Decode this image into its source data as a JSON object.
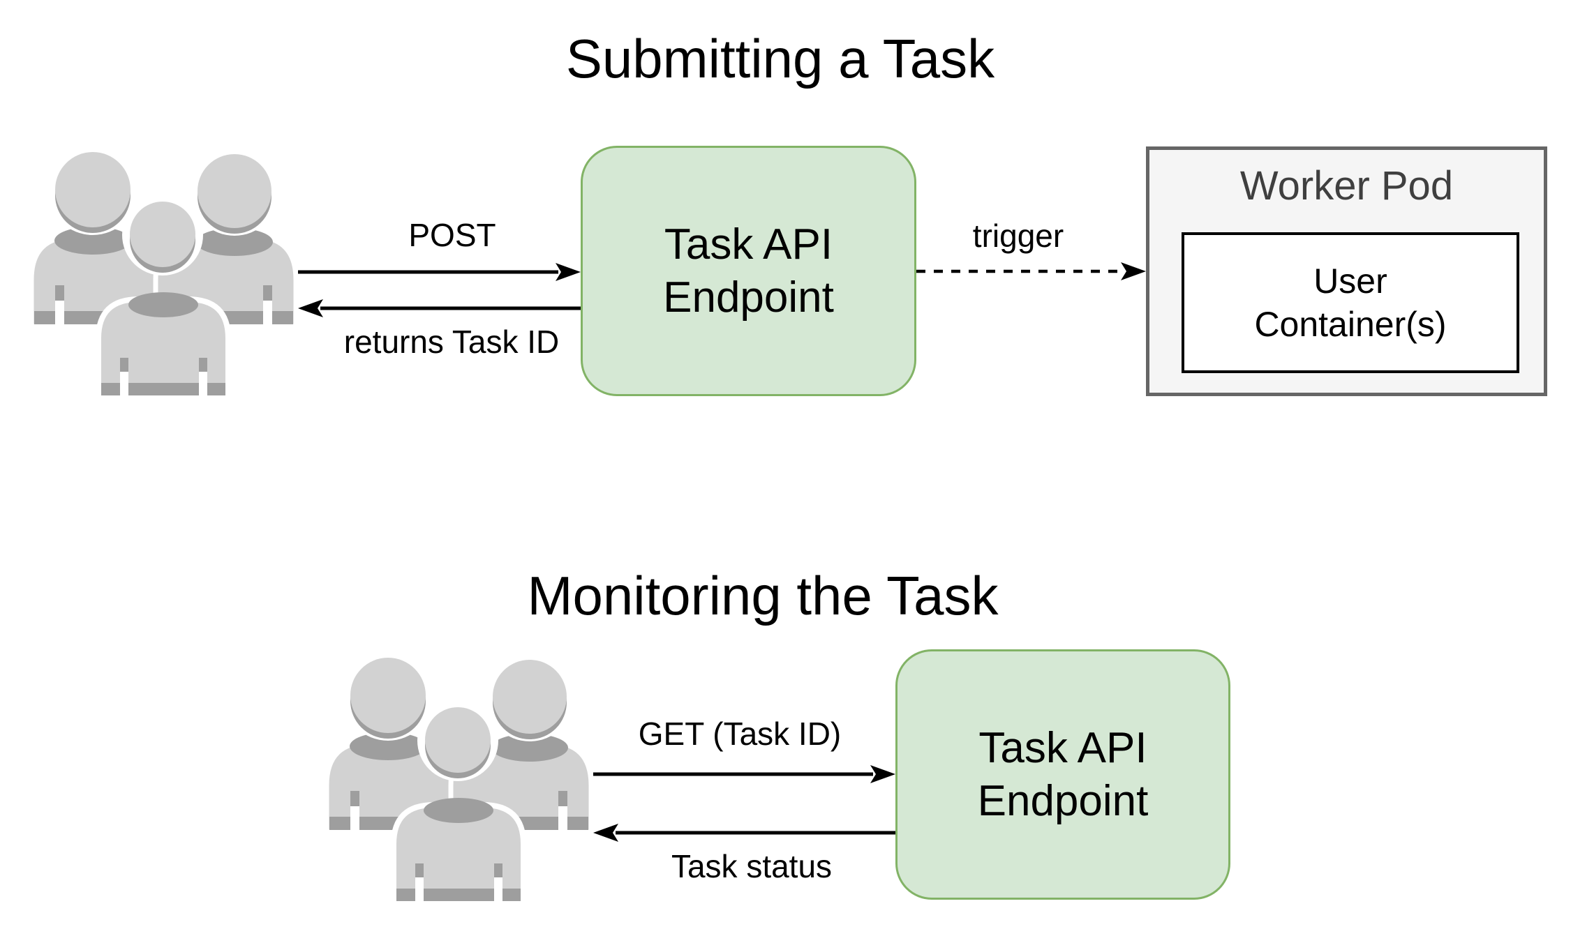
{
  "diagram": {
    "background": "#ffffff",
    "colors": {
      "api_box_fill": "#d5e8d4",
      "api_box_border": "#82b366",
      "worker_pod_fill": "#f5f5f5",
      "worker_pod_border": "#666666",
      "worker_pod_title_text": "#3f3f3f",
      "user_container_fill": "#ffffff",
      "user_container_border": "#000000",
      "arrow_color": "#000000",
      "users_icon_fill": "#d2d2d2",
      "users_icon_accent": "#9e9e9e",
      "text_color": "#000000"
    },
    "sections": [
      {
        "title": "Submitting a Task",
        "actor": "users-group-icon",
        "api_box": {
          "line1": "Task API",
          "line2": "Endpoint"
        },
        "arrows": [
          {
            "label": "POST",
            "style": "solid",
            "from": "users",
            "to": "task-api-endpoint"
          },
          {
            "label": "returns Task ID",
            "style": "solid",
            "from": "task-api-endpoint",
            "to": "users"
          },
          {
            "label": "trigger",
            "style": "dashed",
            "from": "task-api-endpoint",
            "to": "worker-pod"
          }
        ],
        "worker_pod": {
          "title": "Worker Pod",
          "container": {
            "line1": "User",
            "line2": "Container(s)"
          }
        }
      },
      {
        "title": "Monitoring the Task",
        "actor": "users-group-icon",
        "api_box": {
          "line1": "Task API",
          "line2": "Endpoint"
        },
        "arrows": [
          {
            "label": "GET (Task ID)",
            "style": "solid",
            "from": "users",
            "to": "task-api-endpoint"
          },
          {
            "label": "Task status",
            "style": "solid",
            "from": "task-api-endpoint",
            "to": "users"
          }
        ]
      }
    ]
  }
}
